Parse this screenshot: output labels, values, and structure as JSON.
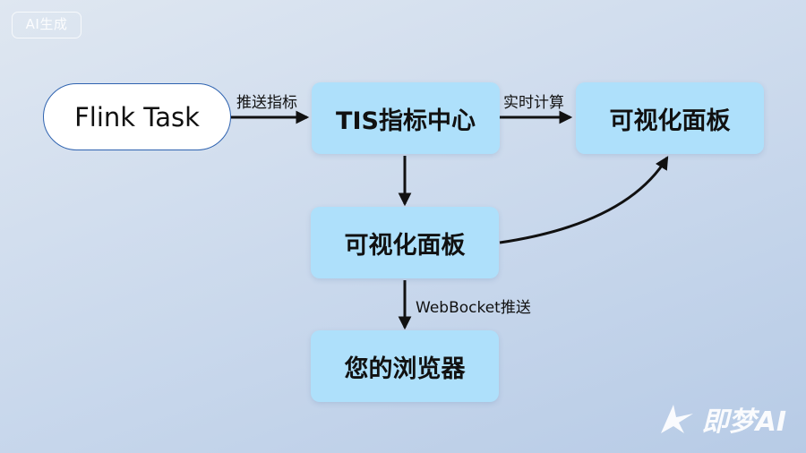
{
  "badge": "AI生成",
  "nodes": {
    "flink_task": "Flink Task",
    "tis_center": "TIS指标中心",
    "panel_right": "可视化面板",
    "panel_middle": "可视化面板",
    "browser": "您的浏览器"
  },
  "edges": {
    "push_metrics": "推送指标",
    "realtime_compute": "实时计算",
    "websocket_push": "WebBocket推送"
  },
  "watermark": {
    "text": "即梦AI",
    "icon": "jimeng-logo-icon"
  },
  "colors": {
    "box_fill": "#aee0fb",
    "pill_border": "#2f63b0",
    "arrow": "#111111"
  }
}
